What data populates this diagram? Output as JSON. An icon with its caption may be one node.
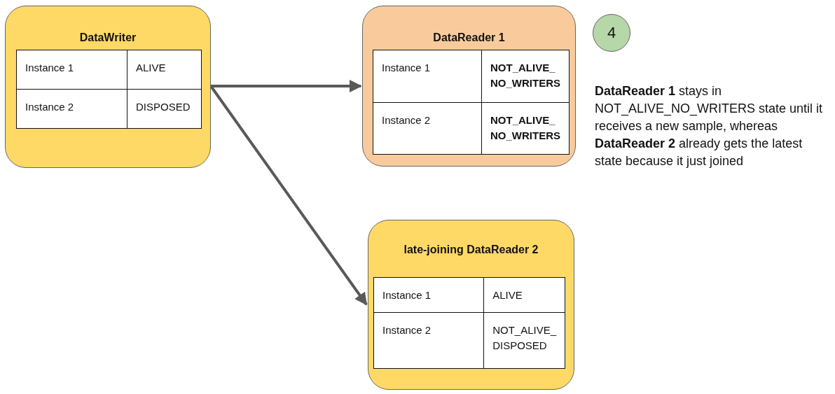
{
  "diagram": {
    "nodes": [
      {
        "text": [
          "DataWriter",
          "Instance 1",
          "ALIVE",
          "Instance 2",
          "DISPOSED"
        ]
      },
      {
        "text": [
          "DataReader 1",
          "Instance 1",
          "NOT_ALIVE_ NO_WRITERS",
          "Instance 2",
          "NOT_ALIVE_ NO_WRITERS"
        ]
      },
      {
        "text": [
          "late-joining DataReader 2",
          "Instance 1",
          "ALIVE",
          "Instance 2",
          "NOT_ALIVE_ DISPOSED"
        ]
      },
      {
        "text": [
          "4"
        ]
      }
    ],
    "edges": [
      {
        "from": 0,
        "to": 1,
        "arrow": "to"
      },
      {
        "from": 0,
        "to": 2,
        "arrow": "to"
      }
    ],
    "labels": [
      "**DataReader 1** stays in NOT_ALIVE_NO_WRITERS state until it receives a new sample, whereas **DataReader 2** already gets the latest state because it just joined"
    ]
  }
}
